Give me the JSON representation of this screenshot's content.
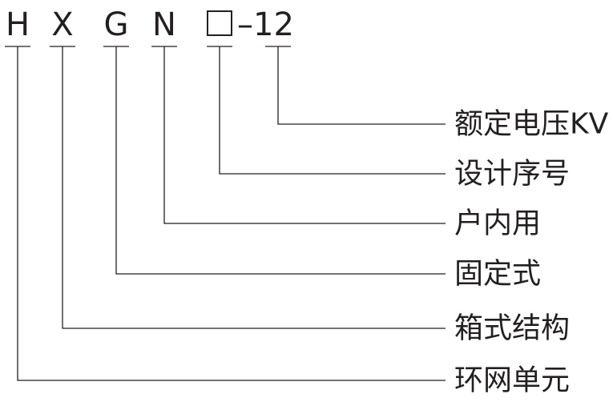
{
  "model_code": {
    "letters": [
      "H",
      "X",
      "G",
      "N"
    ],
    "suffix": "–12"
  },
  "meanings": [
    "额定电压KV",
    "设计序号",
    "户内用",
    "固定式",
    "箱式结构",
    "环网单元"
  ],
  "colors": {
    "ink": "#231f20",
    "background": "#ffffff"
  }
}
